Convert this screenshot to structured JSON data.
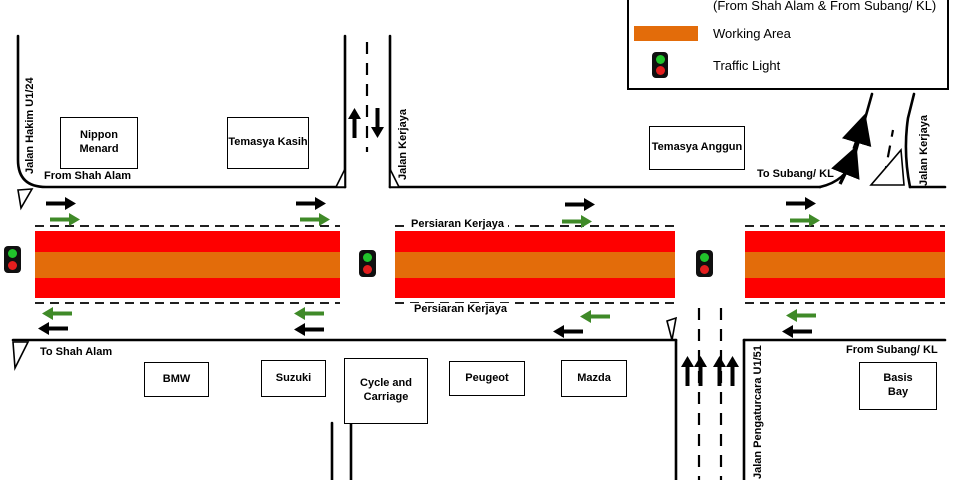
{
  "colors": {
    "closure_red": "#FE0000",
    "working_orange": "#E36C0A",
    "arrow_green": "#3F8A28",
    "traffic_light_green": "#21C42B",
    "traffic_light_red": "#E41E1E"
  },
  "legend": {
    "route_note": "(From Shah Alam & From Subang/ KL)",
    "working_area_label": "Working Area",
    "traffic_light_label": "Traffic Light"
  },
  "streets": {
    "jalan_hakim": "Jalan Hakim U1/24",
    "jalan_kerjaya_top": "Jalan Kerjaya",
    "jalan_kerjaya_right": "Jalan Kerjaya",
    "jalan_pengaturcara": "Jalan Pengaturcara U1/51",
    "persiaran_kerjaya_top": "Persiaran Kerjaya",
    "persiaran_kerjaya_bottom": "Persiaran Kerjaya"
  },
  "directions": {
    "from_shah_alam": "From Shah Alam",
    "to_subang_kl": "To Subang/ KL",
    "to_shah_alam": "To Shah Alam",
    "from_subang_kl": "From Subang/ KL"
  },
  "landmarks": {
    "nippon_menard": "Nippon Menard",
    "temasya_kasih": "Temasya Kasih",
    "temasya_anggun": "Temasya Anggun",
    "bmw": "BMW",
    "suzuki": "Suzuki",
    "cycle_carriage": "Cycle and Carriage",
    "peugeot": "Peugeot",
    "mazda": "Mazda",
    "basis_bay": "Basis Bay"
  }
}
